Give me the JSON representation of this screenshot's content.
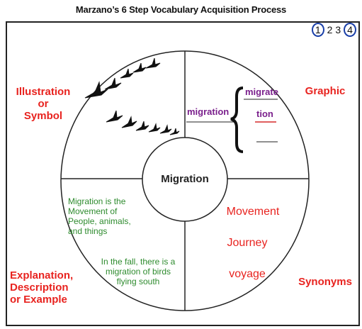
{
  "title": "Marzano’s 6 Step Vocabulary Acquisition Process",
  "pager": [
    "1",
    "2",
    "3",
    "4"
  ],
  "labels": {
    "top_left": [
      "Illustration",
      "or",
      "Symbol"
    ],
    "top_right": "Graphic",
    "bottom_left": [
      "Explanation,",
      "Description",
      "or Example"
    ],
    "bottom_right": "Synonyms"
  },
  "center_word": "Migration",
  "graphic": {
    "root": "migration",
    "branches": [
      "migrate",
      "tion",
      ""
    ]
  },
  "explanation": {
    "definition": [
      "Migration is the",
      "Movement of",
      "People, animals,",
      "and things"
    ],
    "example": [
      "In the fall, there is a",
      "migration of birds",
      "flying south"
    ]
  },
  "synonyms": [
    "Movement",
    "Journey",
    "voyage"
  ],
  "colors": {
    "label_red": "#e8231f",
    "green_text": "#2e8b2e",
    "purple_text": "#7a1f8c",
    "pager_circle": "#1a3fa8"
  },
  "illustration_icon": "flying-birds-icon"
}
